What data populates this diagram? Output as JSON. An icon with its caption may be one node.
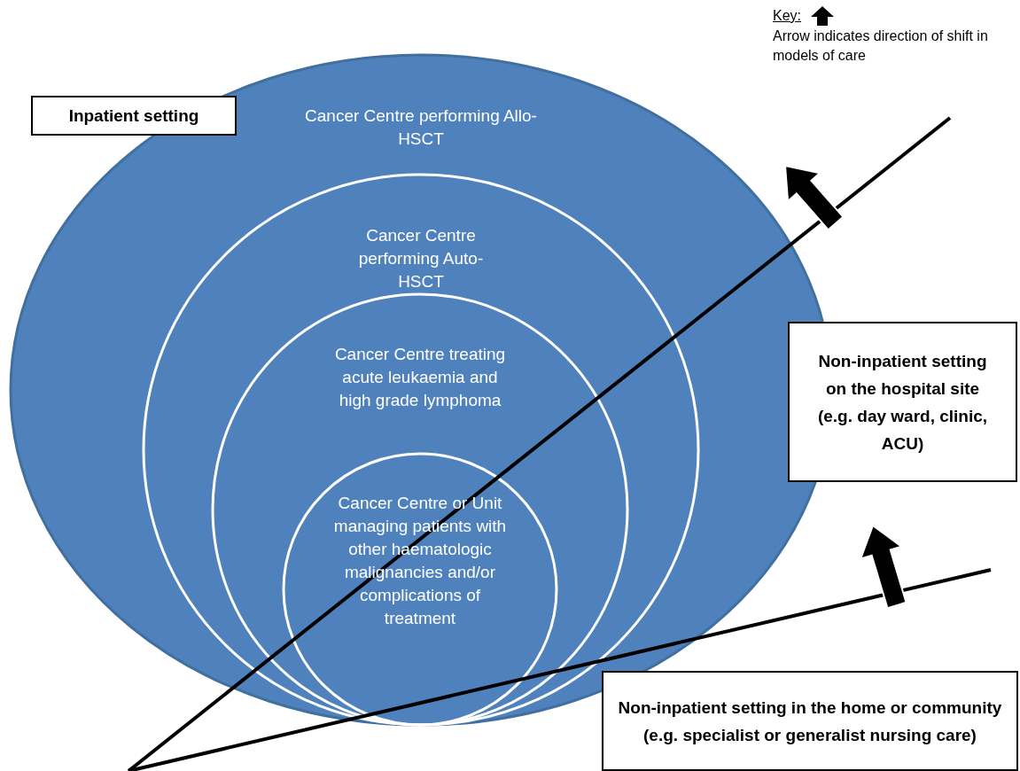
{
  "diagram": {
    "nodes": [
      {
        "text": [
          "Cancer Centre performing Allo-HSCT"
        ]
      },
      {
        "text": [
          "Cancer Centre performing Auto-HSCT"
        ],
        "in": 0
      },
      {
        "text": [
          "Cancer Centre treating acute leukaemia and high grade lymphoma"
        ],
        "in": 1
      },
      {
        "text": [
          "Cancer Centre or Unit managing patients with other haematologic malignancies and/or complications of treatment"
        ],
        "in": 2
      },
      {
        "text": [
          "Inpatient setting"
        ]
      },
      {
        "text": [
          "Non-inpatient setting on the hospital site (e.g. day ward, clinic, ACU)"
        ]
      },
      {
        "text": [
          "Non-inpatient setting in the home or community (e.g. specialist or generalist nursing care)"
        ]
      }
    ],
    "labels": [
      "Key:"
    ],
    "legend": [
      {
        "text": "Arrow indicates direction of shift in models of care"
      }
    ]
  }
}
